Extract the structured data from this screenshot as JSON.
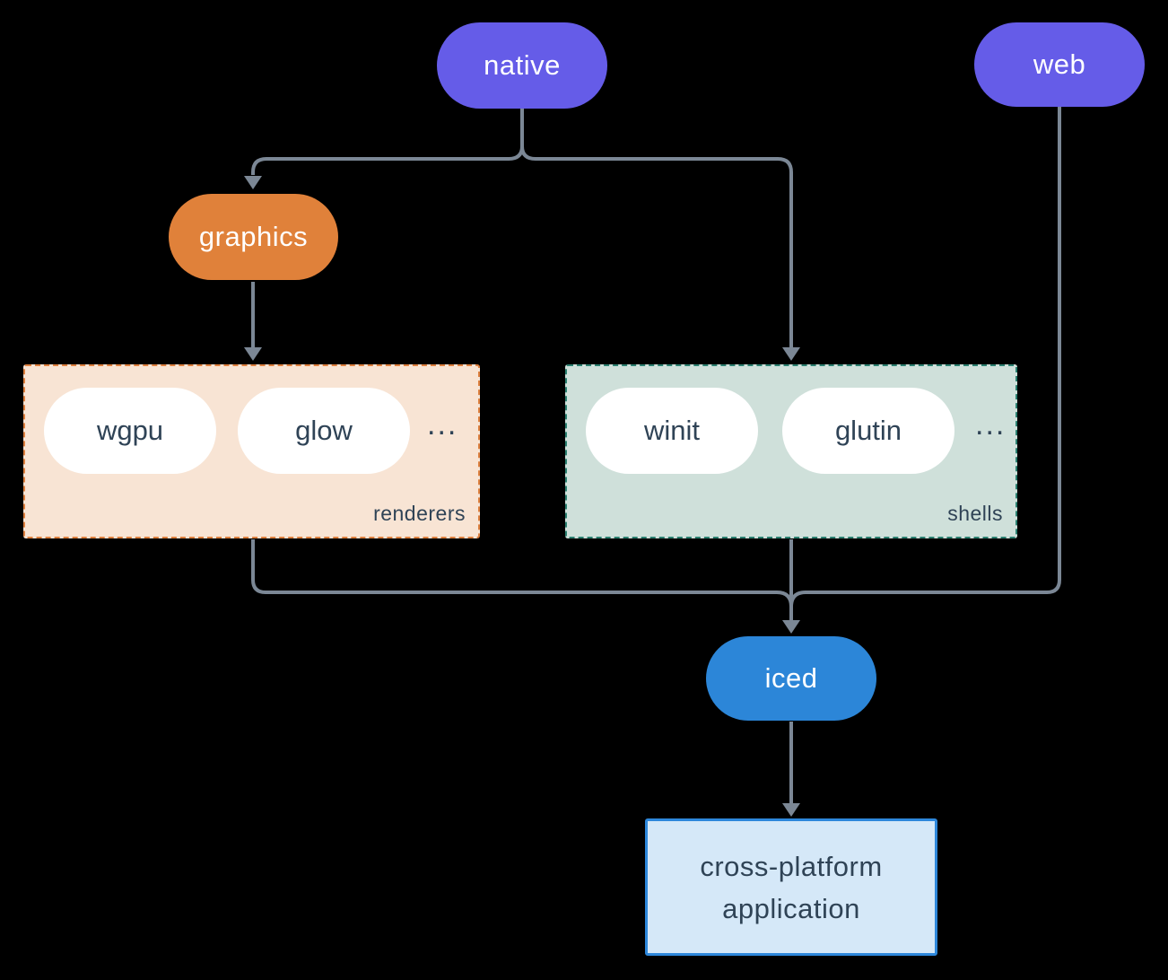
{
  "nodes": {
    "native": {
      "label": "native",
      "color": "#655CE8"
    },
    "web": {
      "label": "web",
      "color": "#655CE8"
    },
    "graphics": {
      "label": "graphics",
      "color": "#E0813A"
    },
    "iced": {
      "label": "iced",
      "color": "#2C86D8"
    },
    "application": {
      "lines": [
        "cross-platform",
        "application"
      ],
      "fill": "#D5E8F8",
      "border": "#2D87DB"
    }
  },
  "groups": {
    "renderers": {
      "label": "renderers",
      "items": [
        {
          "label": "wgpu"
        },
        {
          "label": "glow"
        }
      ],
      "ellipsis": "...",
      "fill": "#F8E4D4",
      "border": "#DD7F3E"
    },
    "shells": {
      "label": "shells",
      "items": [
        {
          "label": "winit"
        },
        {
          "label": "glutin"
        }
      ],
      "ellipsis": "...",
      "fill": "#CFE0DA",
      "border": "#2B8070"
    }
  },
  "colors": {
    "background": "#000000",
    "connector": "#7B8795",
    "text_dark": "#2F4356",
    "text_light": "#FFFFFF"
  }
}
